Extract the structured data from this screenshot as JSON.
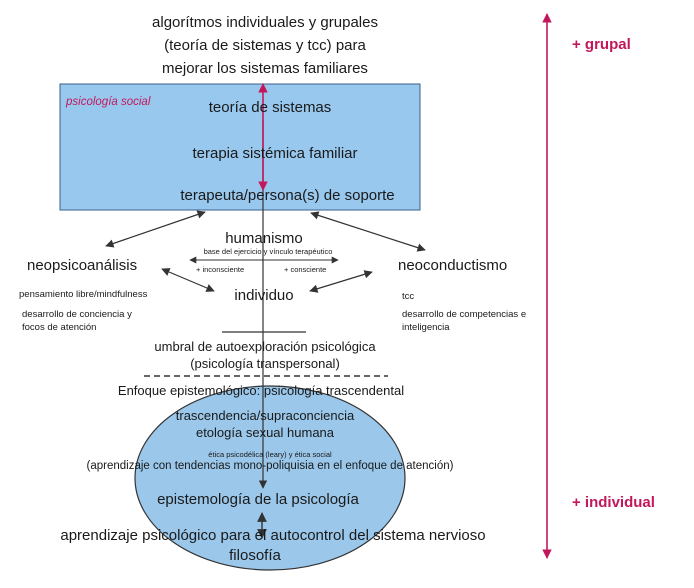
{
  "title_lines": [
    "algorítmos individuales y grupales",
    "(teoría de sistemas y tcc) para",
    "mejorar los sistemas familiares"
  ],
  "box_tag": "psicología social",
  "box_items": [
    "teoría de sistemas",
    "terapia sistémica familiar",
    "terapeuta/persona(s) de soporte"
  ],
  "center": {
    "humanismo": "humanismo",
    "base_note": "base del ejercicio y vínculo terapéutico",
    "inconsciente": "+ inconsciente",
    "consciente": "+ consciente",
    "individuo": "individuo"
  },
  "left": {
    "title": "neopsicoanálisis",
    "note1": "pensamiento libre/mindfulness",
    "note2_lines": [
      "desarrollo de conciencia y",
      "focos de atención"
    ]
  },
  "right": {
    "title": "neoconductismo",
    "note1": "tcc",
    "note2_lines": [
      "desarrollo de competencias e",
      "inteligencia"
    ]
  },
  "threshold_lines": [
    "umbral  de autoexploración psicológica",
    "(psicología transpersonal)"
  ],
  "epistemic_focus": "Enfoque epistemológico: psicología trascendental",
  "ellipse_items": {
    "transcendence": "trascendencia/supraconciencia",
    "ethology": "etología sexual humana",
    "ethics": "ética psicodélica (leary) y ética social",
    "learning": "(aprendizaje con tendencias mono-poliquisia en el enfoque de atención)",
    "epistemology": "epistemología de la psicología"
  },
  "bottom_lines": [
    "aprendizaje psicológico para el autocontrol del sistema nervioso",
    "filosofía"
  ],
  "axis": {
    "top": "+ grupal",
    "bottom": "+ individual"
  },
  "colors": {
    "box": "#99c8ef",
    "ellipse": "#9ac7ea",
    "accent": "#c2185b",
    "arrow": "#333333"
  }
}
